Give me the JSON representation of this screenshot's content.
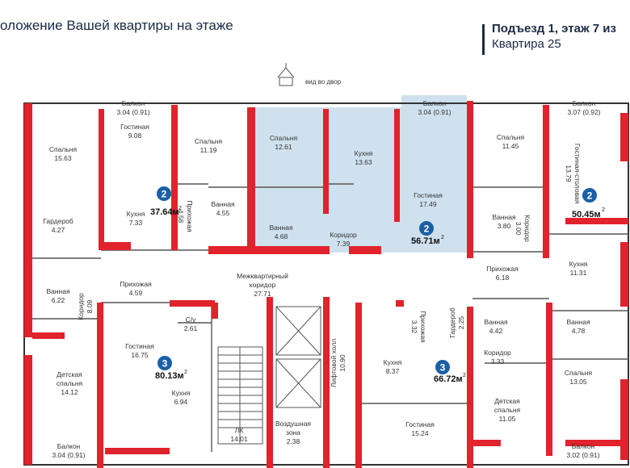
{
  "header": {
    "title": "оложение Вашей квартиры на этаже",
    "entrance": "Подъезд 1, этаж 7 из",
    "apartment": "Квартира 25"
  },
  "yard": {
    "label": "вид во двор"
  },
  "colors": {
    "wall": "#e0232c",
    "highlight": "#cfe1ee",
    "text": "#1b2a44",
    "badge": "#1a5fa7"
  },
  "rooms": {
    "balcony_a": "Балкон",
    "balcony_a_area": "3.04 (0.91)",
    "gost_a": "Гостиная",
    "gost_a_area": "9.08",
    "spal_a": "Спальня",
    "spal_a_area": "15.63",
    "spal_b": "Спальня",
    "spal_b_area": "11.19",
    "spal_c": "Спальня",
    "spal_c_area": "12.61",
    "kuh_c": "Кухня",
    "kuh_c_area": "13.63",
    "balcony_c": "Балкон",
    "balcony_c_area": "3.04 (0.91)",
    "spal_d": "Спальня",
    "spal_d_area": "11.45",
    "balcony_e": "Балкон",
    "balcony_e_area": "3.07 (0.92)",
    "gost_e": "Гостиная-столовая",
    "gost_e_area": "13.79",
    "kuh_a": "Кухня",
    "kuh_a_area": "7.33",
    "prih_a": "Прихожая",
    "prih_a_area": "4.58",
    "van_b": "Ванная",
    "van_b_area": "4.55",
    "van_c": "Ванная",
    "van_c_area": "4.68",
    "kor_c": "Коридор",
    "kor_c_area": "7.39",
    "gost_c": "Гостиная",
    "gost_c_area": "17.49",
    "van_d": "Ванная",
    "van_d_area": "3.80",
    "kor_d": "Коридор",
    "kor_d_area": "3.00",
    "gard": "Гардероб",
    "gard_area": "4.27",
    "van_f": "Ванная",
    "van_f_area": "6.22",
    "kor_f": "Коридор",
    "kor_f_area": "8.09",
    "prih_f": "Прихожая",
    "prih_f_area": "4.59",
    "mezh": "Межквартирный",
    "mezh2": "коридор",
    "mezh_area": "27.71",
    "prih_g": "Прихожая",
    "prih_g_area": "6.18",
    "kuh_g": "Кухня",
    "kuh_g_area": "11.31",
    "su": "С/у",
    "su_area": "2.61",
    "gost_f": "Гостиная",
    "gost_f_area": "16.75",
    "lift": "Лифтовой холл",
    "lift_area": "10.90",
    "prih_h": "Прихожая",
    "prih_h_area": "3.32",
    "gard_h": "Гардероб",
    "gard_h_area": "2.25",
    "van_h": "Ванная",
    "van_h_area": "4.42",
    "van_g": "Ванная",
    "van_g_area": "4.78",
    "kor_g": "Коридор",
    "kor_g_area": "3.33",
    "det_f": "Детская",
    "det_f2": "спальня",
    "det_f_area": "14.12",
    "kuh_f": "Кухня",
    "kuh_f_area": "6.94",
    "kuh_h": "Кухня",
    "kuh_h_area": "8.37",
    "spal_g": "Спальня",
    "spal_g_area": "13.05",
    "det_g": "Детская",
    "det_g2": "спальня",
    "det_g_area": "11.05",
    "lk": "ЛК",
    "lk_area": "14.01",
    "vozd": "Воздушная",
    "vozd2": "зона",
    "vozd_area": "2.38",
    "gost_h": "Гостиная",
    "gost_h_area": "15.24",
    "balcony_f": "Балкон",
    "balcony_f_area": "3.04 (0.91)",
    "balcony_g": "Балкон",
    "balcony_g_area": "3.02 (0.91)"
  },
  "apartments": [
    {
      "rooms": "2",
      "area": "37.64м",
      "sup": "2"
    },
    {
      "rooms": "2",
      "area": "56.71м",
      "sup": "2"
    },
    {
      "rooms": "2",
      "area": "50.45м",
      "sup": "2"
    },
    {
      "rooms": "3",
      "area": "80.13м",
      "sup": "2"
    },
    {
      "rooms": "3",
      "area": "66.72м",
      "sup": "2"
    }
  ]
}
